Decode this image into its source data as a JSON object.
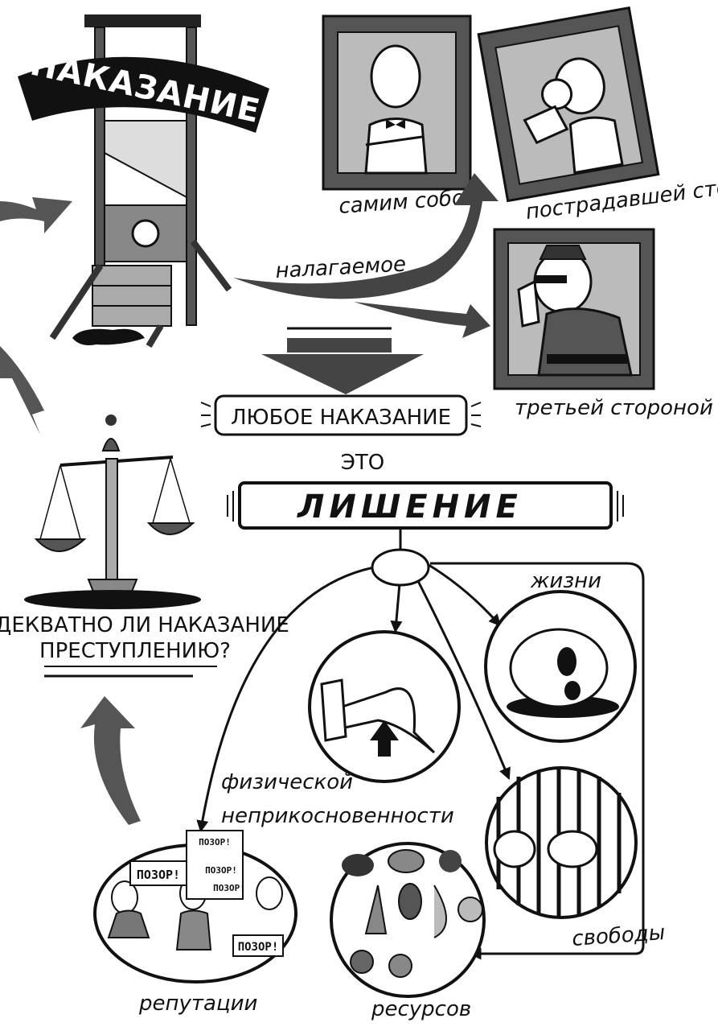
{
  "banner": {
    "title": "НАКАЗАНИЕ"
  },
  "imposed_label": "налагаемое",
  "imposers": [
    {
      "label": "самим собой"
    },
    {
      "label": "пострадавшей стороной"
    },
    {
      "label": "третьей стороной"
    }
  ],
  "statement": {
    "part1": "ЛЮБОЕ НАКАЗАНИЕ",
    "part2": "ЭТО",
    "part3": "ЛИШЕНИЕ"
  },
  "question": {
    "line1": "АДЕКВАТНО ЛИ НАКАЗАНИЕ",
    "line2": "ПРЕСТУПЛЕНИЮ?"
  },
  "deprivations": {
    "life": "жизни",
    "physical_line1": "физической",
    "physical_line2": "неприкосновенности",
    "freedom": "свободы",
    "resources": "ресурсов",
    "reputation": "репутации"
  },
  "protest_signs": {
    "sign1": "ПОЗОР!",
    "sign2_l1": "ПОЗОР!",
    "sign2_l2": "ПОЗОР!",
    "sign2_l3": "ПОЗОР!",
    "sign3": "ПОЗОР!"
  }
}
